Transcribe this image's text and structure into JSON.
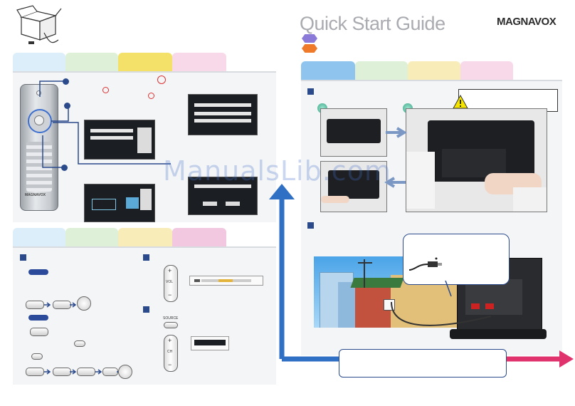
{
  "header": {
    "title": "Quick Start Guide",
    "brand": "MAGNAVOX"
  },
  "watermark": "ManualsLib.com",
  "remote": {
    "brand_label": "MAGNAVOX",
    "source_label": "SOURCE",
    "vol_label": "VOL",
    "ch_label": "CH",
    "plus": "+",
    "minus": "−"
  },
  "colors": {
    "accent_blue": "#2a4a8c",
    "arrow_blue": "#2f6fc4",
    "arrow_pink": "#e0336e",
    "tab_blue": "#cfe4f7",
    "tab_green": "#d9efd3",
    "tab_yellow": "#f3e16a",
    "tab_pink": "#f6d3e6",
    "warning_yellow": "#f5e400",
    "badge_purple": "#8c7ad8",
    "badge_orange": "#ef7a2a"
  },
  "icons": {
    "box": "box-icon",
    "warning": "warning-icon"
  }
}
